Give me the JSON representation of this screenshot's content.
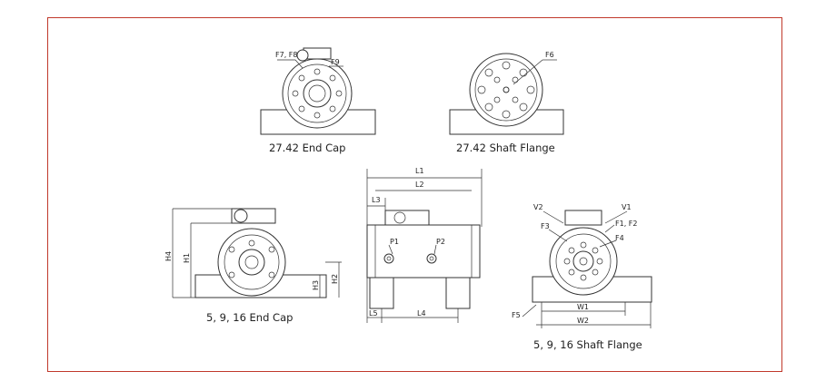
{
  "captions": {
    "endcap_2742": "27.42 End Cap",
    "shaftflange_2742": "27.42 Shaft Flange",
    "endcap_5916": "5, 9, 16 End Cap",
    "shaftflange_5916": "5, 9, 16 Shaft Flange"
  },
  "labels": {
    "f7f8": "F7, F8",
    "f9": "F9",
    "f6": "F6",
    "l1": "L1",
    "l2": "L2",
    "l3": "L3",
    "l4": "L4",
    "l5": "L5",
    "p1": "P1",
    "p2": "P2",
    "h1": "H1",
    "h2": "H2",
    "h3": "H3",
    "h4": "H4",
    "v1": "V1",
    "v2": "V2",
    "f1f2": "F1, F2",
    "f3": "F3",
    "f4": "F4",
    "f5": "F5",
    "w1": "W1",
    "w2": "W2"
  },
  "colors": {
    "frame_border": "#c0392b",
    "line": "#333333"
  }
}
